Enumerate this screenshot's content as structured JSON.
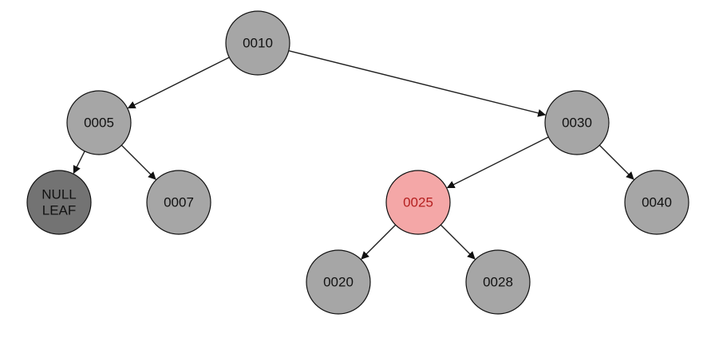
{
  "colors": {
    "default_fill": "#a6a6a6",
    "null_leaf_fill": "#737373",
    "highlight_fill": "#f4a7a7",
    "highlight_stroke": "#d04545",
    "highlight_text": "#b51f1f",
    "text": "#111111",
    "edge": "#1f1f1f"
  },
  "nodes": [
    {
      "id": "n10",
      "lines": [
        "0010"
      ],
      "style": "default"
    },
    {
      "id": "n5",
      "lines": [
        "0005"
      ],
      "style": "default"
    },
    {
      "id": "n30",
      "lines": [
        "0030"
      ],
      "style": "default"
    },
    {
      "id": "nnull",
      "lines": [
        "NULL",
        "LEAF"
      ],
      "style": "null_leaf"
    },
    {
      "id": "n7",
      "lines": [
        "0007"
      ],
      "style": "default"
    },
    {
      "id": "n25",
      "lines": [
        "0025"
      ],
      "style": "highlight"
    },
    {
      "id": "n40",
      "lines": [
        "0040"
      ],
      "style": "default"
    },
    {
      "id": "n20",
      "lines": [
        "0020"
      ],
      "style": "default"
    },
    {
      "id": "n28",
      "lines": [
        "0028"
      ],
      "style": "default"
    }
  ],
  "edges": [
    {
      "from": "n10",
      "to": "n5"
    },
    {
      "from": "n10",
      "to": "n30"
    },
    {
      "from": "n5",
      "to": "nnull"
    },
    {
      "from": "n5",
      "to": "n7"
    },
    {
      "from": "n30",
      "to": "n25"
    },
    {
      "from": "n30",
      "to": "n40"
    },
    {
      "from": "n25",
      "to": "n20"
    },
    {
      "from": "n25",
      "to": "n28"
    }
  ]
}
